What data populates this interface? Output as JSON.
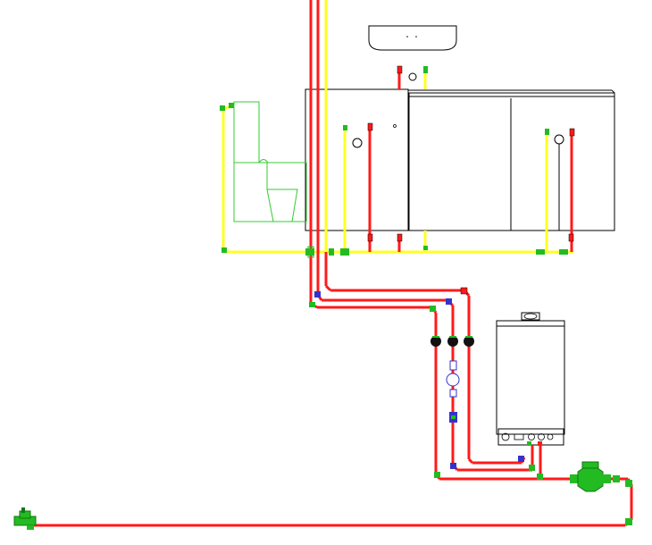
{
  "drawing": {
    "type": "plumbing-schematic",
    "colors": {
      "hot_pipe": "#ff1a1a",
      "cold_pipe": "#ffff22",
      "fitting": "#22bb22",
      "valve": "#3333cc",
      "fixture_line": "#000000",
      "toilet_outline": "#33cc33",
      "stopcock": "#000000",
      "background": "#ffffff"
    },
    "elements": {
      "washbasin": "washbasin",
      "cabinet": "kitchen-cabinet",
      "counter": "kitchen-counter",
      "toilet": "toilet",
      "boiler": "wall-hung-gas-boiler",
      "water_meter": "water-meter",
      "inlet": "water-inlet",
      "stopcocks": 3,
      "filter": "inline-filter",
      "check_valve": "check-valve"
    }
  }
}
